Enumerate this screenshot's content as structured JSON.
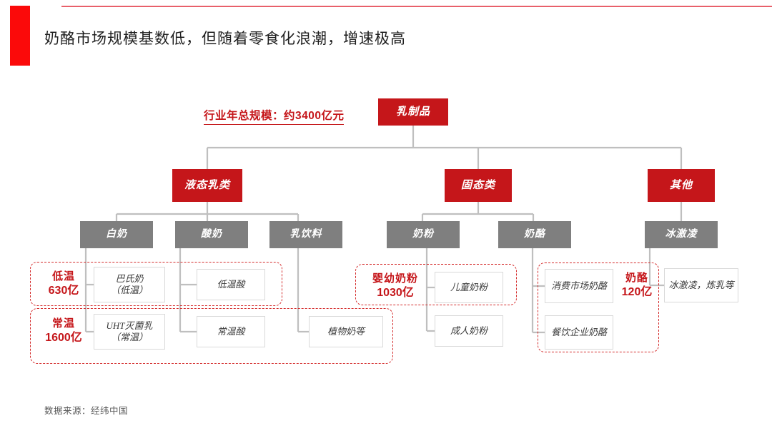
{
  "header": {
    "title": "奶酪市场规模基数低，但随着零食化浪潮，增速极高",
    "accent_color": "#fb0a0a",
    "rule_color": "#e8606a"
  },
  "diagram": {
    "total_scale_note": "行业年总规模：约3400亿元",
    "root": {
      "label": "乳制品",
      "color": "#c5161a"
    },
    "level2": [
      {
        "label": "液态乳类",
        "color": "#c5161a"
      },
      {
        "label": "固态类",
        "color": "#c5161a"
      },
      {
        "label": "其他",
        "color": "#c5161a"
      }
    ],
    "level3": [
      {
        "label": "白奶",
        "color": "#7f7f7f"
      },
      {
        "label": "酸奶",
        "color": "#7f7f7f"
      },
      {
        "label": "乳饮料",
        "color": "#7f7f7f"
      },
      {
        "label": "奶粉",
        "color": "#7f7f7f"
      },
      {
        "label": "奶酪",
        "color": "#7f7f7f"
      },
      {
        "label": "冰激凌",
        "color": "#7f7f7f"
      }
    ],
    "leaves": [
      {
        "label": "巴氏奶\n（低温）"
      },
      {
        "label": "UHT灭菌乳\n（常温）"
      },
      {
        "label": "低温酸"
      },
      {
        "label": "常温酸"
      },
      {
        "label": "植物奶等"
      },
      {
        "label": "儿童奶粉"
      },
      {
        "label": "成人奶粉"
      },
      {
        "label": "消费市场奶酪"
      },
      {
        "label": "餐饮企业奶酪"
      },
      {
        "label": "冰激凌，炼乳等"
      }
    ],
    "segment_labels": [
      {
        "name": "低温",
        "value": "630亿"
      },
      {
        "name": "常温",
        "value": "1600亿"
      },
      {
        "name": "婴幼奶粉",
        "value": "1030亿"
      },
      {
        "name": "奶酪",
        "value": "120亿"
      }
    ],
    "annotation_color": "#c5161a"
  },
  "footer": {
    "source": "数据来源：经纬中国"
  }
}
